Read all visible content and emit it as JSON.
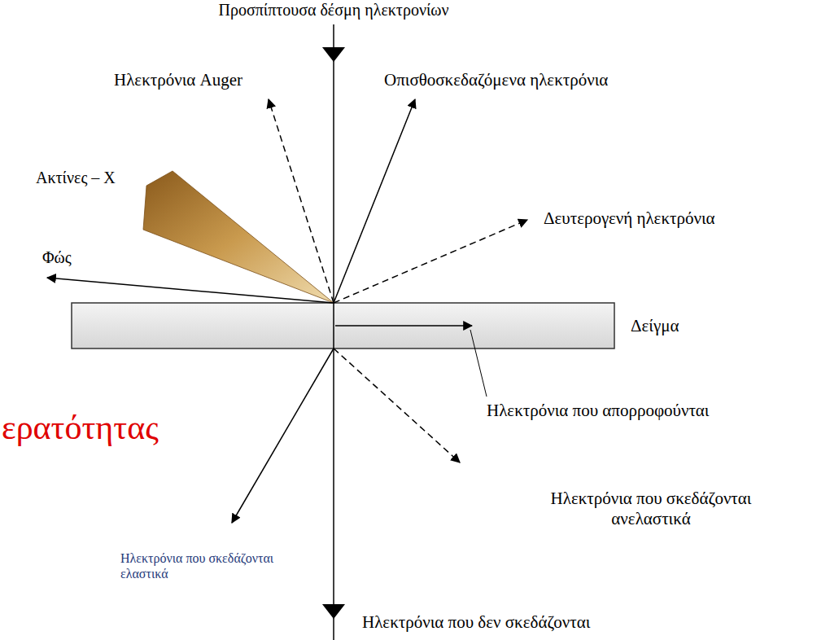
{
  "diagram": {
    "labels": [
      "Προσπίπτουσα δέσμη ηλεκτρονίων",
      "Ηλεκτρόνια Auger",
      "Οπισθοσκεδαζόμενα ηλεκτρόνια",
      "Ακτίνες – Χ",
      "Δευτερογενή ηλεκτρόνια",
      "Φώς",
      "Δείγμα",
      "Ηλεκτρόνια που απορροφούνται",
      "ερατότητας",
      "Ηλεκτρόνια που σκεδάζονται ανελαστικά",
      "Ηλεκτρόνια που σκεδάζονται ελαστικά",
      "Ηλεκτρόνια που δεν σκεδάζονται"
    ]
  }
}
